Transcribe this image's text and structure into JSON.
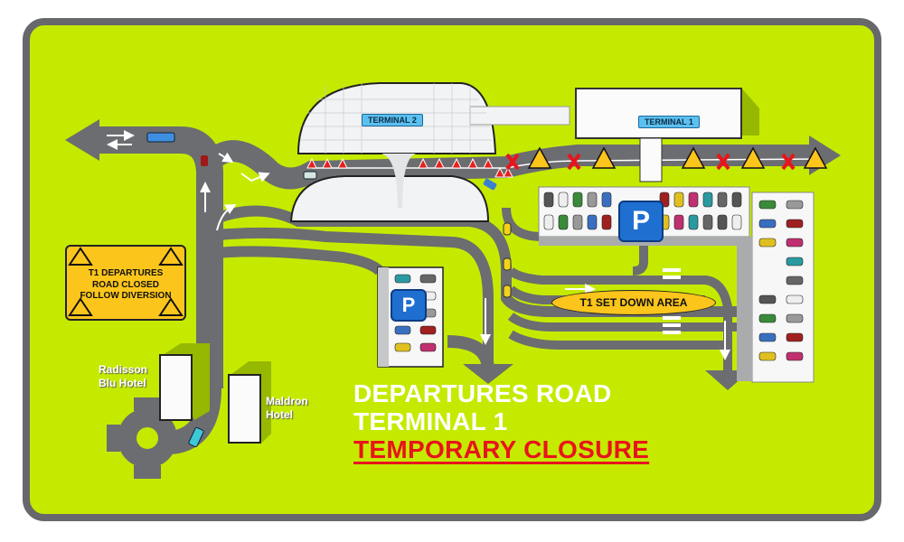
{
  "map": {
    "title": "Departures Road Terminal 1 Temporary Closure diversion map",
    "colors": {
      "grass": "#c5ea00",
      "road": "#6b6d70",
      "frame": "#66686b",
      "sign_yellow": "#fcc51b",
      "closure_red": "#e8141b",
      "parking_blue": "#1f6fd1",
      "terminal_sign": "#5bc0f0"
    }
  },
  "terminals": [
    {
      "label": "TERMINAL 2"
    },
    {
      "label": "TERMINAL 1"
    }
  ],
  "hotels": [
    {
      "label_line1": "Radisson",
      "label_line2": "Blu Hotel"
    },
    {
      "label_line1": "Maldron",
      "label_line2": "Hotel"
    }
  ],
  "closure_sign": {
    "line1": "T1 DEPARTURES",
    "line2": "ROAD CLOSED",
    "line3": "FOLLOW DIVERSION",
    "icon": "roadworks-warning-icon"
  },
  "parking": [
    {
      "label": "P",
      "name": "multi-storey-car-park"
    },
    {
      "label": "P",
      "name": "t1-car-park"
    }
  ],
  "set_down_area": {
    "label": "T1 SET DOWN AREA"
  },
  "headline": {
    "line1": "DEPARTURES ROAD",
    "line2": "TERMINAL 1",
    "line3": "TEMPORARY CLOSURE"
  },
  "road_markers": {
    "closed_marker_icon": "red-x-icon",
    "closed_marker_count": 4,
    "roadworks_sign_count": 5,
    "traffic_cone_count": 10
  }
}
